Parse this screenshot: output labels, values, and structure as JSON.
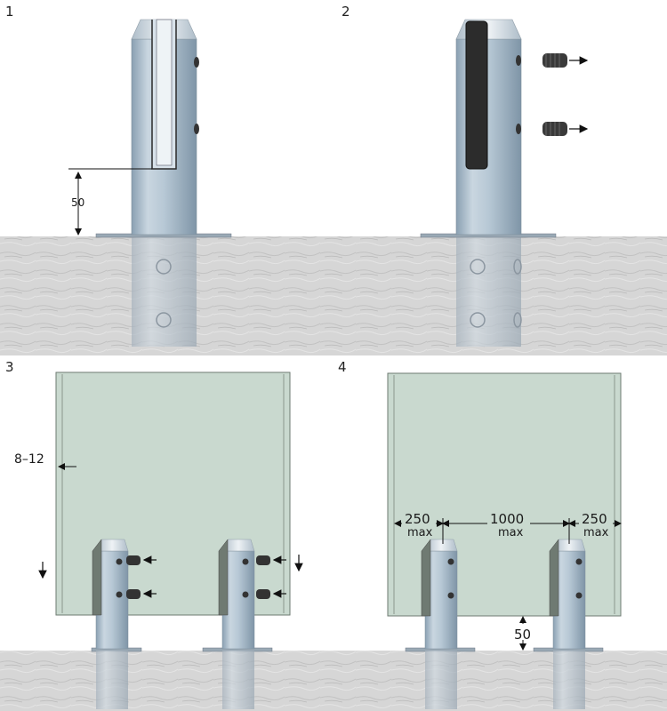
{
  "steps": [
    {
      "number": "1",
      "dimension": "50"
    },
    {
      "number": "2"
    },
    {
      "number": "3",
      "dimension": "8–12"
    },
    {
      "number": "4",
      "dimensions": {
        "left_overhang": "250",
        "left_overhang_unit": "max",
        "spacing": "1000",
        "spacing_unit": "max",
        "right_overhang": "250",
        "right_overhang_unit": "max",
        "floor_gap": "50"
      }
    }
  ],
  "colors": {
    "ground": "#d4d4d4",
    "glass": "#c9d9cf",
    "glass_edge": "#6d7a71",
    "post_light": "#d2dde6",
    "post_mid": "#a9bccb",
    "post_dark": "#7c92a4",
    "gasket": "#2d2d2d",
    "screw": "#3a3a3a"
  }
}
